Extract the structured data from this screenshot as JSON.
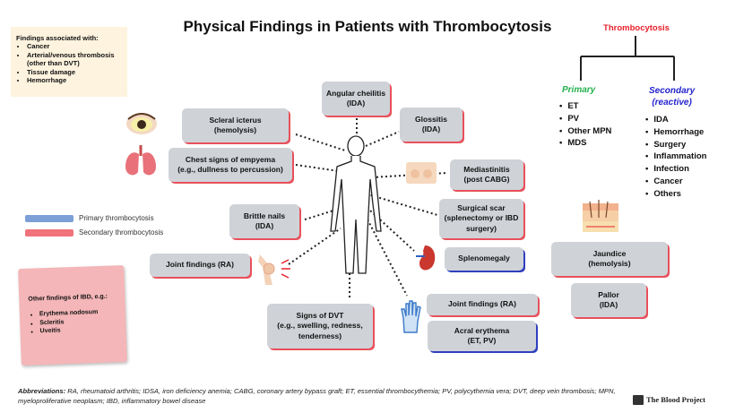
{
  "title": "Physical Findings in Patients with Thrombocytosis",
  "associated": {
    "heading": "Findings associated with:",
    "items": [
      "Cancer",
      "Arterial/venous thrombosis (other than DVT)",
      "Tissue damage",
      "Hemorrhage"
    ]
  },
  "tree": {
    "title": "Thrombocytosis",
    "primary_label": "Primary",
    "primary_items": [
      "ET",
      "PV",
      "Other MPN",
      "MDS"
    ],
    "secondary_label_1": "Secondary",
    "secondary_label_2": "(reactive)",
    "secondary_items": [
      "IDA",
      "Hemorrhage",
      "Surgery",
      "Inflammation",
      "Infection",
      "Cancer",
      "Others"
    ]
  },
  "findings": {
    "angular": {
      "line1": "Angular cheilitis",
      "line2": "(IDA)"
    },
    "glossitis": {
      "line1": "Glossitis",
      "line2": "(IDA)"
    },
    "scleral": {
      "line1": "Scleral icterus",
      "line2": "(hemolysis)"
    },
    "chest": {
      "line1": "Chest signs of empyema",
      "line2": "(e.g., dullness to percussion)"
    },
    "mediastinitis": {
      "line1": "Mediastinitis",
      "line2": "(post CABG)"
    },
    "brittle": {
      "line1": "Brittle nails",
      "line2": "(IDA)"
    },
    "surgical": {
      "line1": "Surgical scar",
      "line2": "(splenectomy or IBD",
      "line3": "surgery)"
    },
    "joint_left": {
      "line1": "Joint findings (RA)"
    },
    "splenomegaly": {
      "line1": "Splenomegaly"
    },
    "jaundice": {
      "line1": "Jaundice",
      "line2": "(hemolysis)"
    },
    "pallor": {
      "line1": "Pallor",
      "line2": "(IDA)"
    },
    "dvt": {
      "line1": "Signs of DVT",
      "line2": "(e.g., swelling, redness,",
      "line3": "tenderness)"
    },
    "joint_right": {
      "line1": "Joint findings (RA)"
    },
    "acral": {
      "line1": "Acral erythema",
      "line2": "(ET, PV)"
    }
  },
  "legend": {
    "primary": "Primary thrombocytosis",
    "secondary": "Secondary thrombocytosis",
    "primary_color": "#7b9fd6",
    "secondary_color": "#f0727a"
  },
  "ibd": {
    "heading": "Other findings of IBD, e.g.:",
    "items": [
      "Erythema nodosum",
      "Scleritis",
      "Uveitis"
    ]
  },
  "abbreviations": {
    "label": "Abbreviations:",
    "text": " RA, rheumatoid arthritis; IDSA, iron deficiency anemia; CABG, coronary artery bypass graft; ET, essential thrombocythemia; PV, polycythemia vera; DVT, deep vein thrombosis; MPN, myeloproliferative neoplasm; IBD, inflammatory bowel disease"
  },
  "brand": "The Blood Project"
}
